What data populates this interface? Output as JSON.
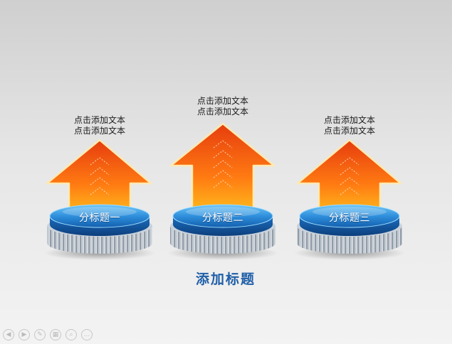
{
  "slide": {
    "title": "添加标题",
    "items": [
      {
        "caption_line1": "点击添加文本",
        "caption_line2": "点击添加文本",
        "label": "分标题一"
      },
      {
        "caption_line1": "点击添加文本",
        "caption_line2": "点击添加文本",
        "label": "分标题二"
      },
      {
        "caption_line1": "点击添加文本",
        "caption_line2": "点击添加文本",
        "label": "分标题三"
      }
    ]
  },
  "colors": {
    "arrow_top": "#e84a12",
    "arrow_bottom": "#ffc020",
    "pill_top": "#5ab8f2",
    "pill_bottom": "#1565b8",
    "title": "#1f5fa8"
  },
  "toolbar": {
    "icons": [
      "prev-icon",
      "next-icon",
      "pen-icon",
      "slides-icon",
      "zoom-icon",
      "menu-icon"
    ]
  }
}
